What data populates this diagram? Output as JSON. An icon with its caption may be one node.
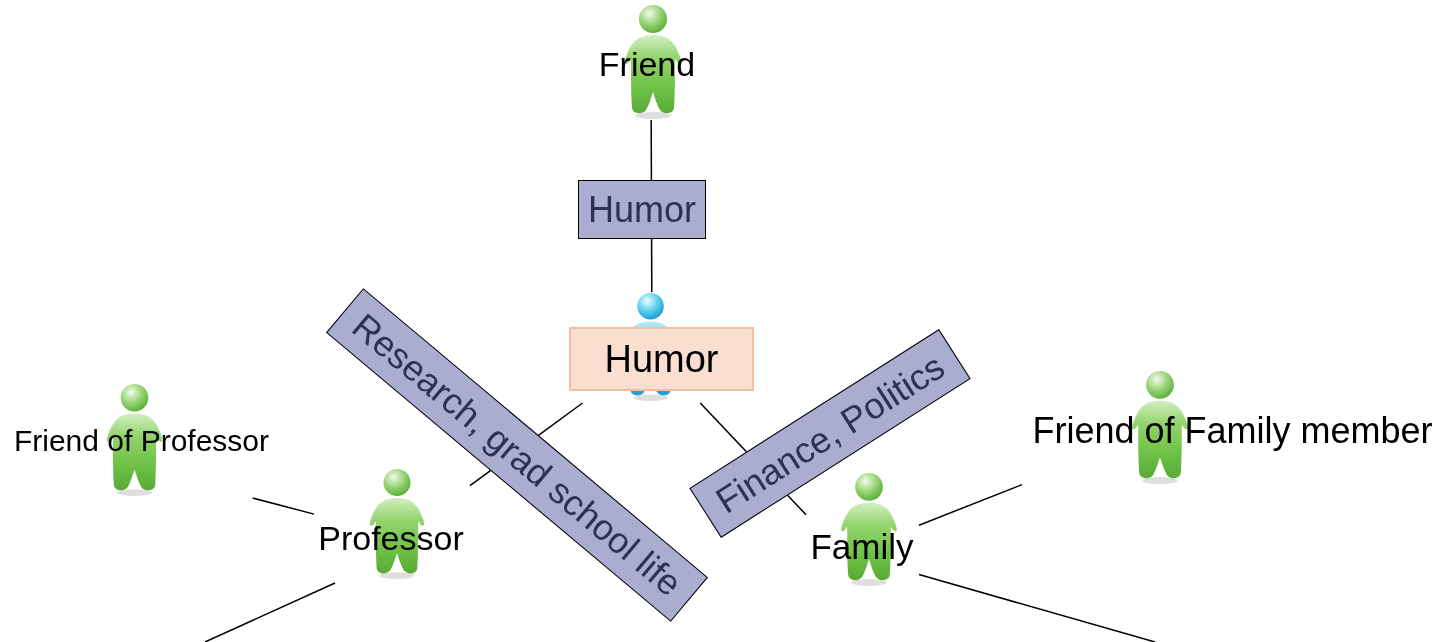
{
  "diagram": {
    "nodes": [
      {
        "text": [
          "Friend"
        ]
      },
      {
        "text": [
          "Humor"
        ]
      },
      {
        "text": [
          "Friend of Professor"
        ]
      },
      {
        "text": [
          "Professor"
        ]
      },
      {
        "text": [
          "Family"
        ]
      },
      {
        "text": [
          "Friend of Family member"
        ]
      }
    ],
    "edges": [
      {
        "from": 0,
        "to": 1,
        "arrow": "none",
        "label": "Humor"
      },
      {
        "from": 1,
        "to": 3,
        "arrow": "none",
        "label": "Research, grad school life"
      },
      {
        "from": 1,
        "to": 4,
        "arrow": "none",
        "label": "Finance, Politics"
      },
      {
        "from": 2,
        "to": 3,
        "arrow": "none"
      },
      {
        "from": 4,
        "to": 5,
        "arrow": "none"
      },
      {
        "from": 3,
        "to": null,
        "arrow": "none"
      },
      {
        "from": 4,
        "to": null,
        "arrow": "none"
      }
    ]
  }
}
